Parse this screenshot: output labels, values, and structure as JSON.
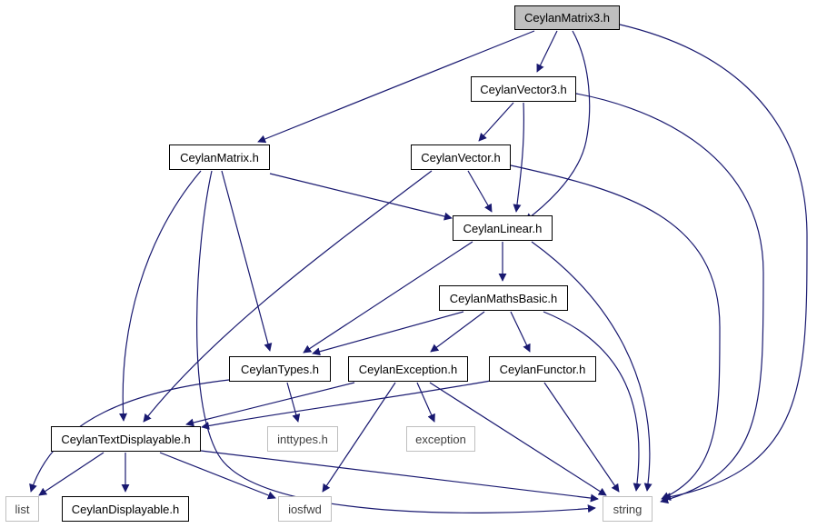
{
  "graph": {
    "nodes": {
      "matrix3": "CeylanMatrix3.h",
      "vector3": "CeylanVector3.h",
      "matrix": "CeylanMatrix.h",
      "vector": "CeylanVector.h",
      "linear": "CeylanLinear.h",
      "mathsbasic": "CeylanMathsBasic.h",
      "types": "CeylanTypes.h",
      "exception": "CeylanException.h",
      "functor": "CeylanFunctor.h",
      "textdisplayable": "CeylanTextDisplayable.h",
      "inttypes": "inttypes.h",
      "std_exception": "exception",
      "list": "list",
      "displayable": "CeylanDisplayable.h",
      "iosfwd": "iosfwd",
      "string": "string"
    },
    "colors": {
      "edge": "#191970",
      "root_fill": "#bfbfbf",
      "external_border": "#bfbfbf"
    }
  }
}
